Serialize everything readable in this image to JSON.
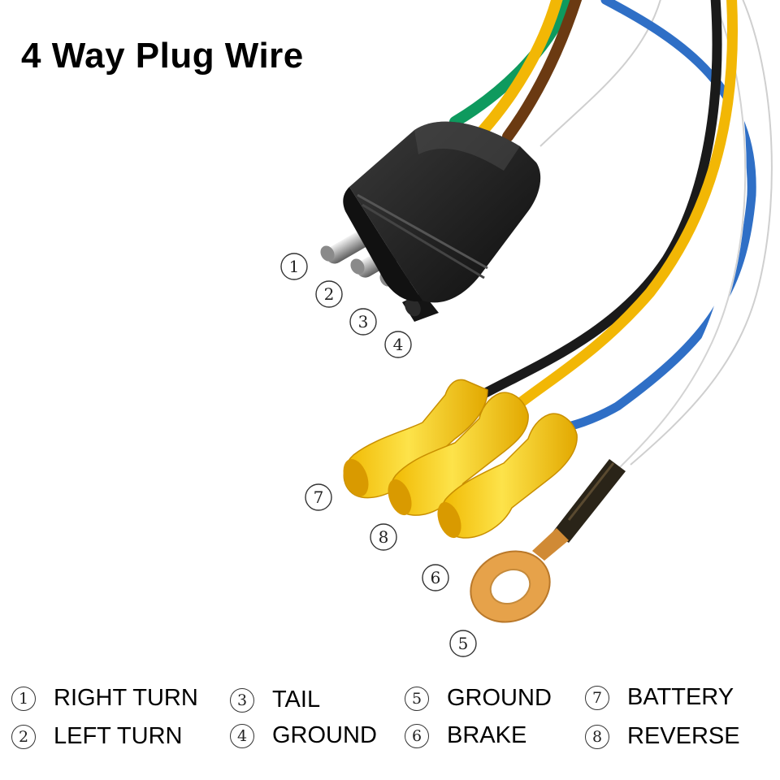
{
  "title": "4 Way Plug Wire",
  "callouts": [
    {
      "num": "1"
    },
    {
      "num": "2"
    },
    {
      "num": "3"
    },
    {
      "num": "4"
    },
    {
      "num": "7"
    },
    {
      "num": "8"
    },
    {
      "num": "6"
    },
    {
      "num": "5"
    }
  ],
  "legend": [
    {
      "num": "1",
      "label": "RIGHT TURN"
    },
    {
      "num": "2",
      "label": "LEFT TURN"
    },
    {
      "num": "3",
      "label": "TAIL"
    },
    {
      "num": "4",
      "label": "GROUND"
    },
    {
      "num": "5",
      "label": "GROUND"
    },
    {
      "num": "6",
      "label": "BRAKE"
    },
    {
      "num": "7",
      "label": "BATTERY"
    },
    {
      "num": "8",
      "label": "REVERSE"
    }
  ],
  "colors": {
    "green": "#0e9a5e",
    "yellow": "#f2b705",
    "brown": "#6b3a12",
    "white": "#eeeeee",
    "blue": "#2f6fc6",
    "black": "#1a1a1a",
    "terminal_yellow": "#f6cf1c",
    "ring_copper": "#e6a24a"
  },
  "icons": [
    "plug-connector",
    "bullet-pin",
    "butt-terminal",
    "ring-terminal",
    "heat-shrink"
  ]
}
